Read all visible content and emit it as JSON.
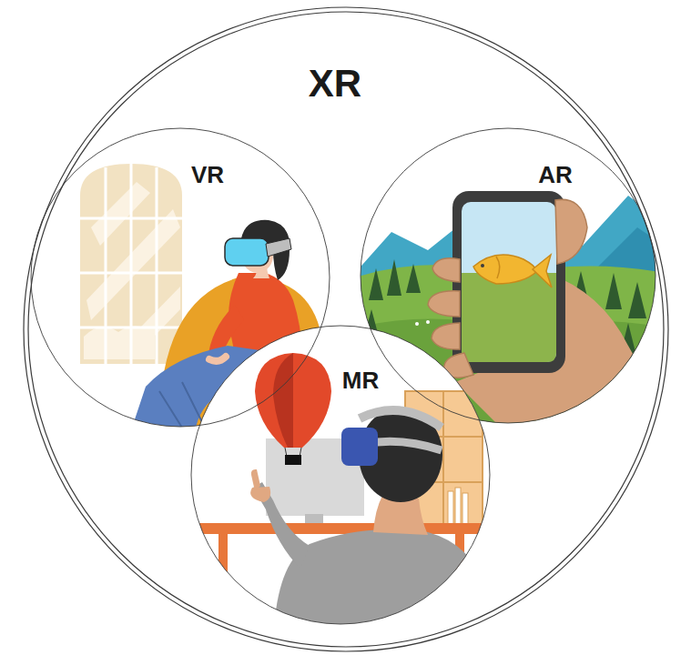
{
  "diagram": {
    "nodes": [
      {
        "text": [
          "XR"
        ]
      },
      {
        "text": [
          "VR"
        ],
        "in": 0
      },
      {
        "text": [
          "AR"
        ],
        "in": 0
      },
      {
        "text": [
          "MR"
        ],
        "in": 0
      }
    ]
  }
}
